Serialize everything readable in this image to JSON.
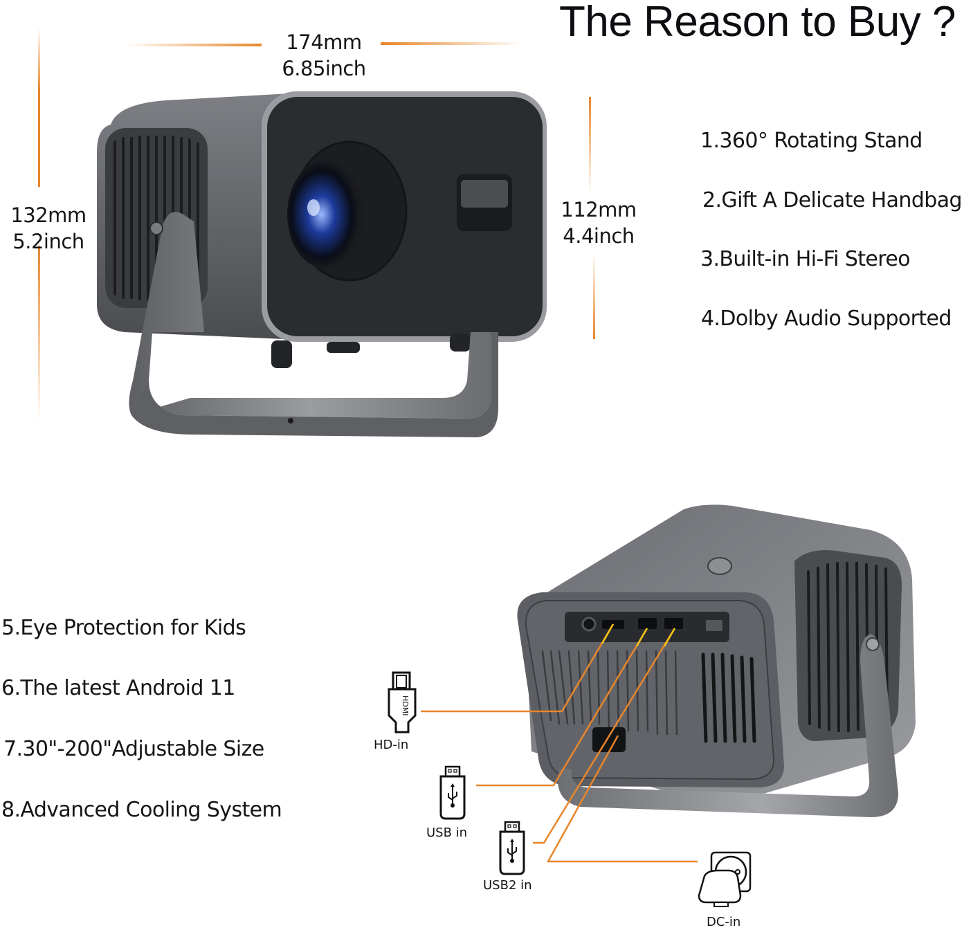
{
  "title": "The Reason to Buy ?",
  "dimensions": {
    "width": {
      "mm": "174mm",
      "inch": "6.85inch"
    },
    "height": {
      "mm": "132mm",
      "inch": "5.2inch"
    },
    "depth": {
      "mm": "112mm",
      "inch": "4.4inch"
    }
  },
  "features_top": [
    {
      "label": "1.360°  Rotating Stand"
    },
    {
      "label": "2.Gift A Delicate Handbag"
    },
    {
      "label": "3.Built-in Hi-Fi Stereo"
    },
    {
      "label": "4.Dolby Audio Supported"
    }
  ],
  "features_bottom": [
    {
      "label": "5.Eye Protection for Kids"
    },
    {
      "label": "6.The latest Android 11"
    },
    {
      "label": "7.30\"-200\"Adjustable Size"
    },
    {
      "label": "8.Advanced Cooling System"
    }
  ],
  "ports": [
    {
      "label": "HD-in",
      "icon": "hdmi-plug-icon",
      "icon_text": "HDMI"
    },
    {
      "label": "USB in",
      "icon": "usb-drive-icon"
    },
    {
      "label": "USB2 in",
      "icon": "usb-drive-icon"
    },
    {
      "label": "DC-in",
      "icon": "power-plug-icon"
    }
  ],
  "colors": {
    "accent_line": "#e8862a",
    "callout_yellow": "#f2c318",
    "body_gray": "#5f6166",
    "front_dark": "#2b2c2f"
  }
}
